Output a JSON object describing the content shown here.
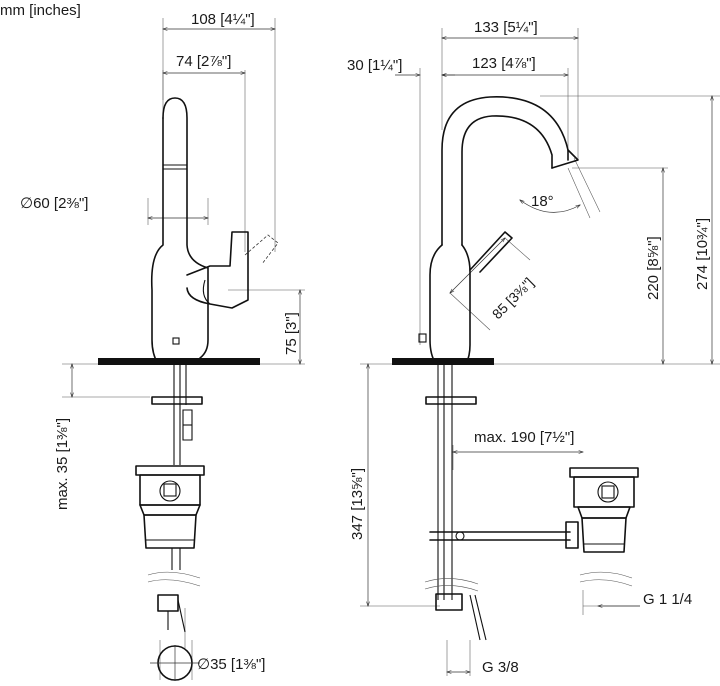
{
  "units_label": "mm [inches]",
  "dimensions": {
    "width_108": "108 [4¼\"]",
    "width_74": "74 [2⅞\"]",
    "dia_60": "∅60 [2⅜\"]",
    "height_75": "75 [3\"]",
    "max_35": "max. 35 [1⅜\"]",
    "dia_35": "∅35 [1⅜\"]",
    "width_30": "30 [1¼\"]",
    "width_133": "133 [5¼\"]",
    "width_123": "123 [4⅞\"]",
    "angle_18": "18°",
    "height_220": "220 [8⅝\"]",
    "height_274": "274 [10¾\"]",
    "lever_85": "85 [3⅜\"]",
    "max_190": "max. 190 [7½\"]",
    "height_347": "347 [13⅝\"]",
    "thread_g114": "G 1 1/4",
    "thread_g38": "G 3/8"
  }
}
